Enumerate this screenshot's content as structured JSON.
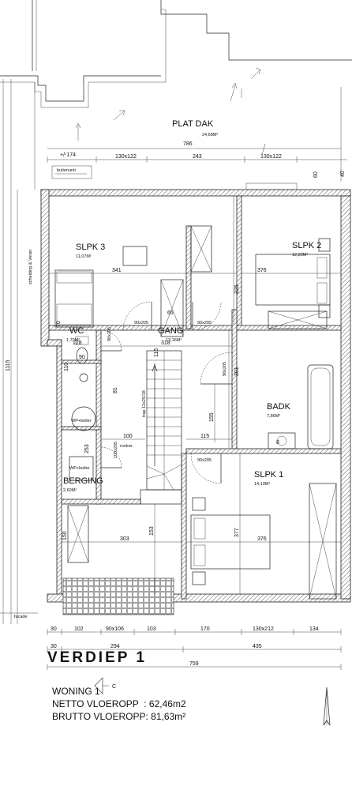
{
  "roof": {
    "name": "PLAT DAK",
    "area": "24,68M²",
    "width": "786",
    "level": "+/-174"
  },
  "labels": {
    "buitenunit": "buitenunit",
    "scheiding": "scheiding & Veran",
    "gevel": "facade",
    "trap": "trap 12x25/18",
    "rookm": "rookm.",
    "wp1": "WP+boiler",
    "wp2": "WP+boiler"
  },
  "rooms": [
    {
      "key": "slpk3",
      "name": "SLPK 3",
      "area": "11,07M²"
    },
    {
      "key": "slpk2",
      "name": "SLPK 2",
      "area": "12,22M²"
    },
    {
      "key": "wc",
      "name": "WC",
      "area": "1,70M²"
    },
    {
      "key": "gang",
      "name": "GANG",
      "area": "13,16M²"
    },
    {
      "key": "badk",
      "name": "BADK",
      "area": "7,86M²"
    },
    {
      "key": "berging",
      "name": "BERGING",
      "area": "2,60M²"
    },
    {
      "key": "slpk1",
      "name": "SLPK 1",
      "area": "14,10M²"
    }
  ],
  "dims": {
    "top": [
      "130x122",
      "243",
      "130x122",
      "60"
    ],
    "inner": [
      "341",
      "376",
      "325",
      "318",
      "128",
      "70",
      "65",
      "115",
      "301",
      "155",
      "115",
      "100",
      "253",
      "81",
      "90",
      "303",
      "376",
      "153",
      "377",
      "150",
      "1115",
      "40",
      "110",
      "8"
    ],
    "doors": [
      "90x205",
      "90x205",
      "90x205",
      "90x205",
      "100x205",
      "90x205"
    ],
    "bottom1": [
      "30",
      "102",
      "90x106",
      "103",
      "170",
      "130x212",
      "134"
    ],
    "bottom2": [
      "30",
      "294",
      "435"
    ],
    "total": "759"
  },
  "title": {
    "plan": "VERDIEP 1",
    "section": "C",
    "woning": "WONING 1",
    "netto": "NETTO VLOEROPP  : 62,46m2",
    "brutto": "BRUTTO VLOEROPP: 81,63m²"
  }
}
